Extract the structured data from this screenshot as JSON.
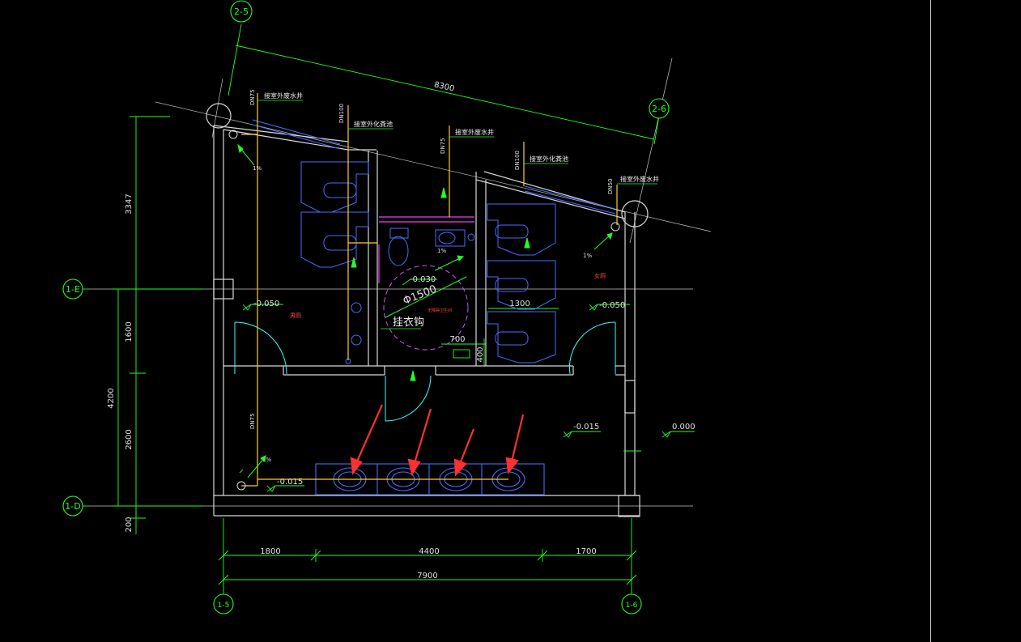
{
  "colors": {
    "background": "#000000",
    "wall": "#d8d8d8",
    "dimension": "#22ff22",
    "fixture": "#4a6cff",
    "pipe": "#ffcc33",
    "partition": "#cc33cc",
    "grid_line": "#c8c8c8",
    "arrow": "#ff3030",
    "note": "#ff4444",
    "cyan": "#33ffff"
  },
  "grid_bubbles": {
    "b25": "2-5",
    "b26": "2-6",
    "b1e": "1-E",
    "b1d": "1-D",
    "b15": "1-5",
    "b16": "1-6"
  },
  "dims": {
    "top_diag": "8300",
    "left_3347": "3347",
    "left_1600": "1600",
    "left_4200": "4200",
    "left_2600": "2600",
    "left_200": "200",
    "bottom_1800": "1800",
    "bottom_4400": "4400",
    "bottom_1700": "1700",
    "bottom_7900": "7900",
    "d1300": "1300",
    "d700": "700",
    "d400": "400",
    "circle": "Φ1500"
  },
  "levels": {
    "l1": "-0.050",
    "l2": "-0.030",
    "l3": "-0.050",
    "l4": "-0.015",
    "l5": "0.000",
    "l6": "-0.015"
  },
  "pipe_labels": {
    "p1": "接室外废水井",
    "p2": "接室外化粪池",
    "p3": "接室外废水井",
    "p4": "接室外化粪池",
    "p5": "接室外废水井"
  },
  "pipe_sizes": {
    "s1": "DN75",
    "s2": "DN100",
    "s3": "DN75",
    "s4": "DN100",
    "s5": "DN50",
    "s6": "DN75"
  },
  "slopes": {
    "sl1": "1%",
    "sl2": "1%",
    "sl3": "1%",
    "sl4": "1%"
  },
  "notes": {
    "hook": "挂衣钩",
    "room_left": "男厕",
    "room_right": "女厕",
    "small_mid": "无障碍卫生间"
  }
}
